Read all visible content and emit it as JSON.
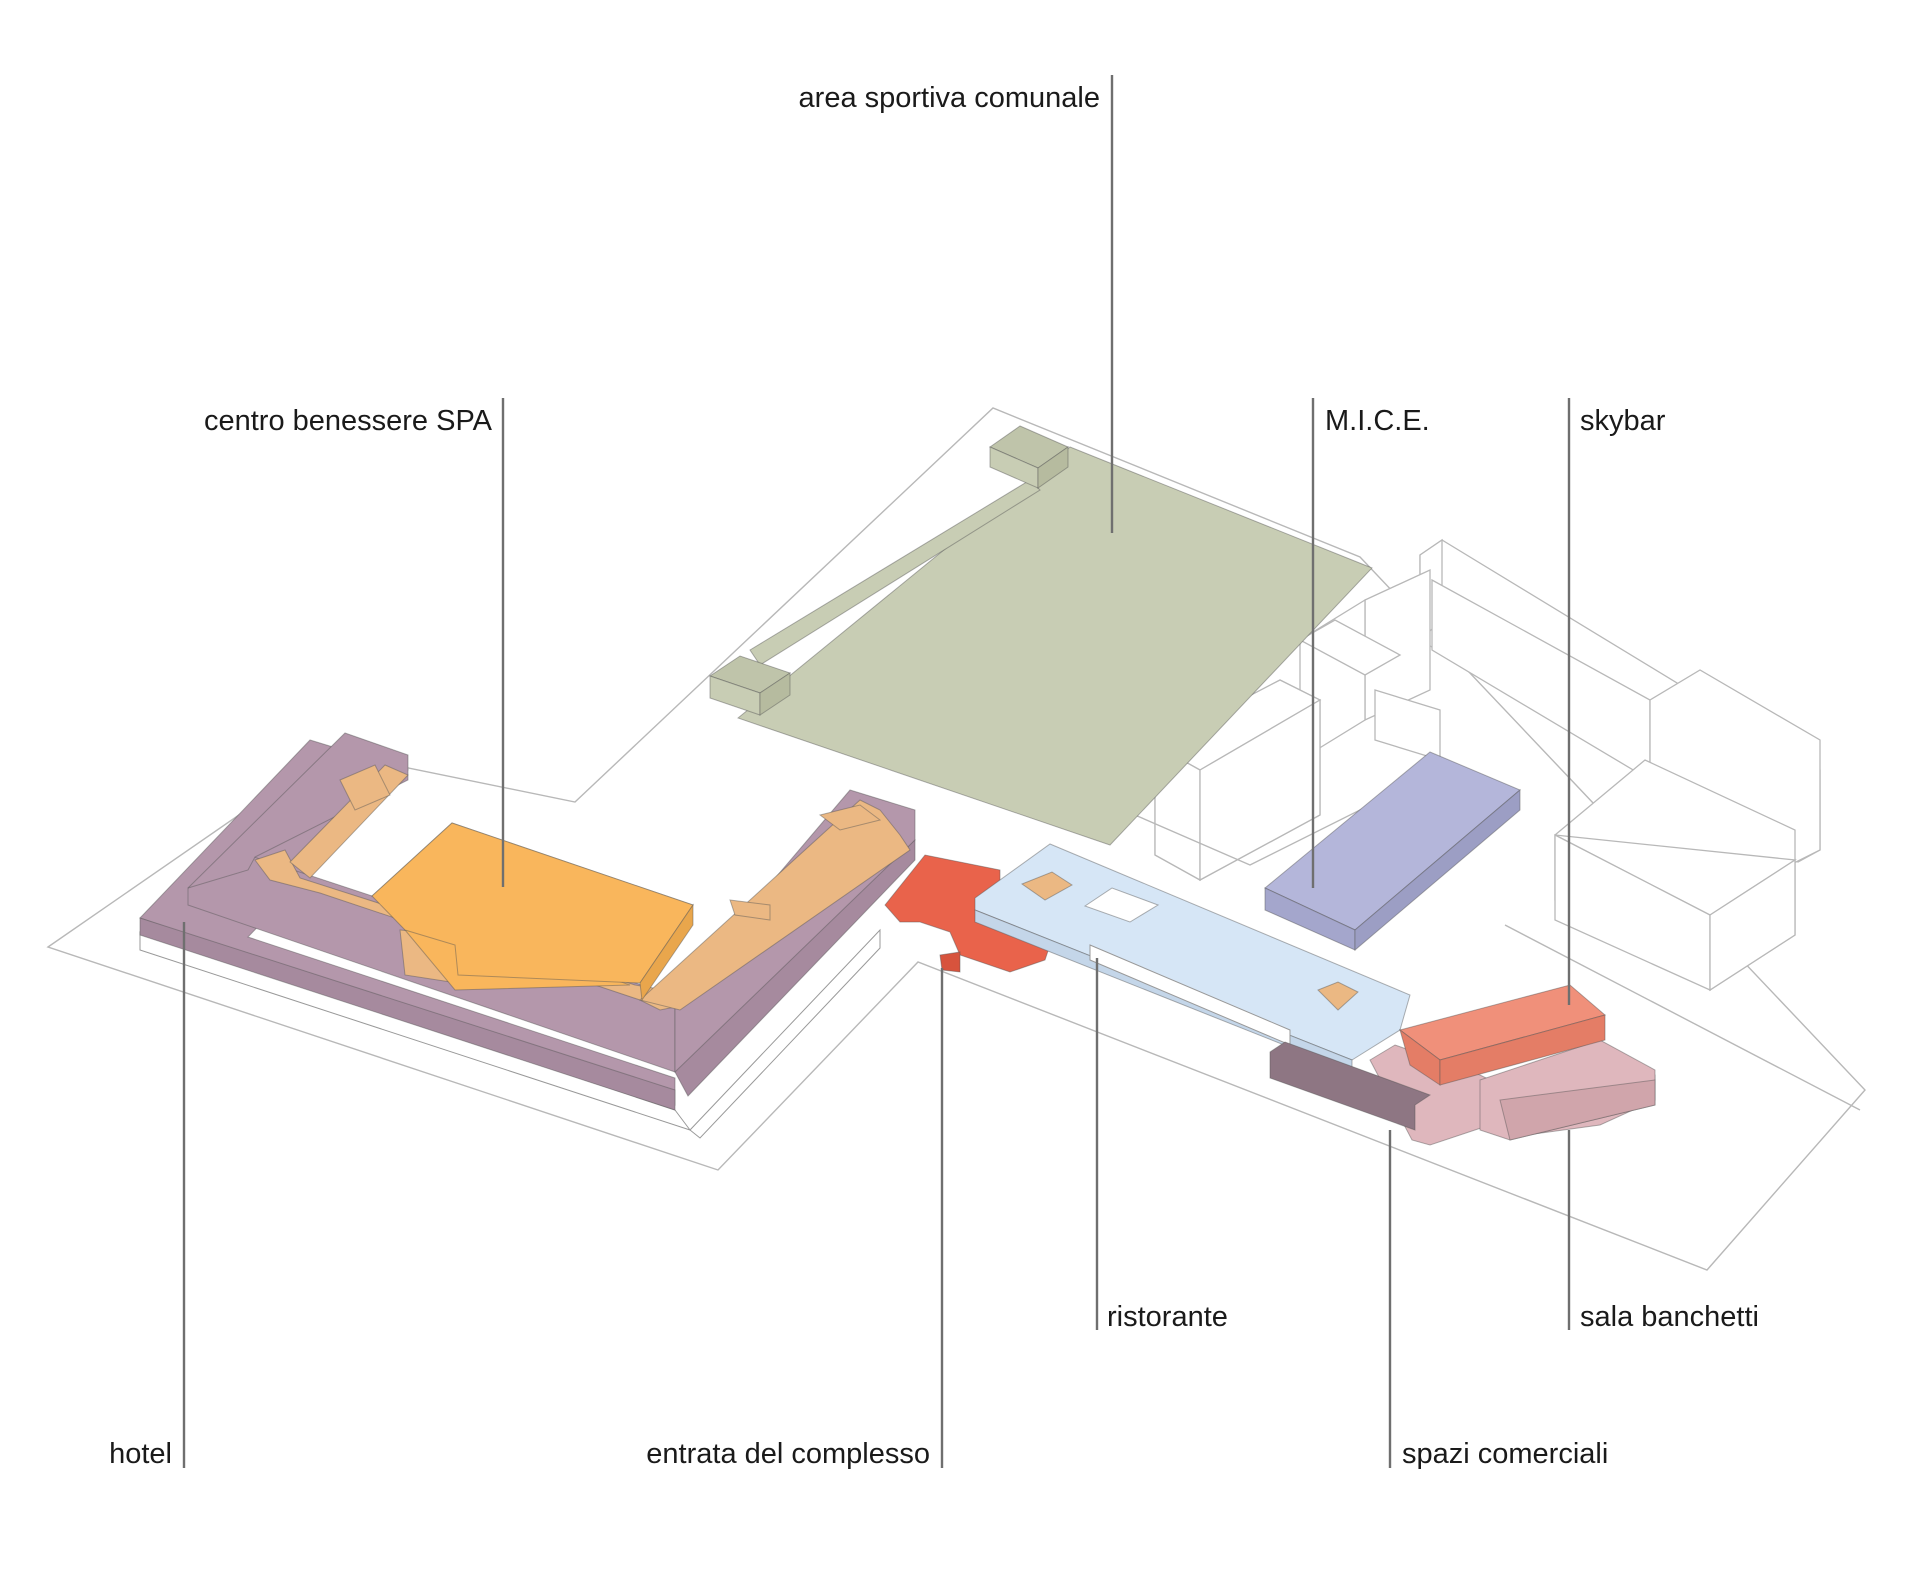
{
  "labels": {
    "area_sportiva": "area sportiva comunale",
    "spa": "centro benessere SPA",
    "mice": "M.I.C.E.",
    "skybar": "skybar",
    "ristorante": "ristorante",
    "sala_banchetti": "sala banchetti",
    "hotel": "hotel",
    "entrata": "entrata del complesso",
    "spazi_commerciali": "spazi comerciali"
  },
  "colors": {
    "hotel": "#b497ab",
    "spa": "#f9b65c",
    "spa_corridor": "#ebb883",
    "sport": "#c8cdb4",
    "mice": "#b4b6da",
    "ristorante": "#d6e6f6",
    "entrata": "#e9634b",
    "skybar": "#f0907a",
    "banchetti": "#dfb7bd",
    "commerciali_dark": "#8e7683",
    "leader": "#6f6f6f",
    "outline": "#b8b8b8"
  }
}
